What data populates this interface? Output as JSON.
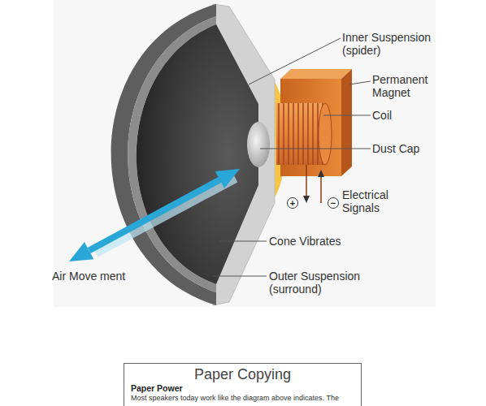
{
  "diagram": {
    "nodes": [
      {
        "text": [
          "Paper Copying",
          "Paper Power",
          "Most speakers today work like the diagram above indicates. The"
        ]
      }
    ],
    "labels": [
      "Inner Suspension (spider)",
      "Permanent Magnet",
      "Coil",
      "Dust Cap",
      "+",
      "−",
      "Electrical Signals",
      "Air Move ment",
      "Cone Vibrates",
      "Outer Suspension (surround)"
    ]
  }
}
